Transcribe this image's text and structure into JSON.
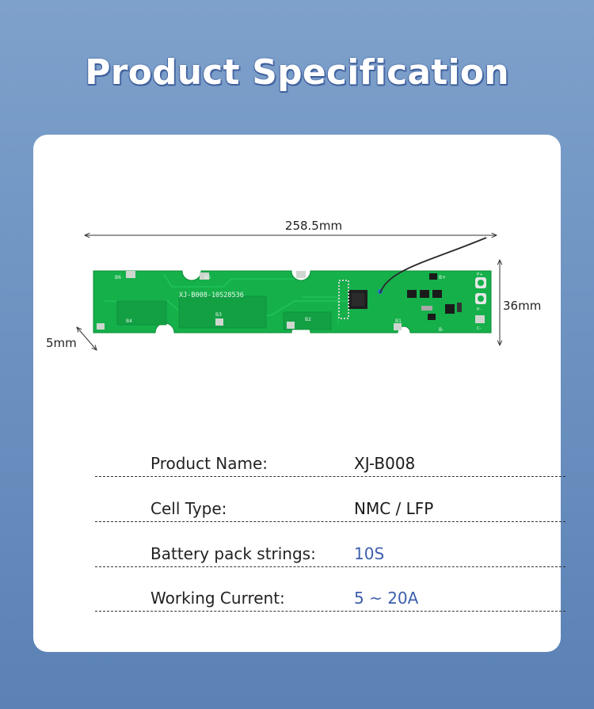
{
  "page": {
    "title": "Product Specification"
  },
  "dimensions": {
    "length": "258.5mm",
    "height": "36mm",
    "thickness": "5mm"
  },
  "board": {
    "silkscreen": "XJ-B008-10S28536",
    "labels": [
      "B6",
      "B5",
      "B4",
      "B3",
      "B2",
      "B1",
      "B+",
      "B-",
      "P+",
      "P-",
      "C-"
    ]
  },
  "specs": [
    {
      "label": "Product Name:",
      "value": "XJ-B008"
    },
    {
      "label": "Cell Type:",
      "value": "NMC / LFP"
    },
    {
      "label": "Battery pack strings:",
      "value": "10S"
    },
    {
      "label": "Working Current:",
      "value": "5 ~ 20A"
    }
  ],
  "colors": {
    "accent": "#3d5fad",
    "pcb": "#14b24a",
    "background": "#6e93c2"
  }
}
